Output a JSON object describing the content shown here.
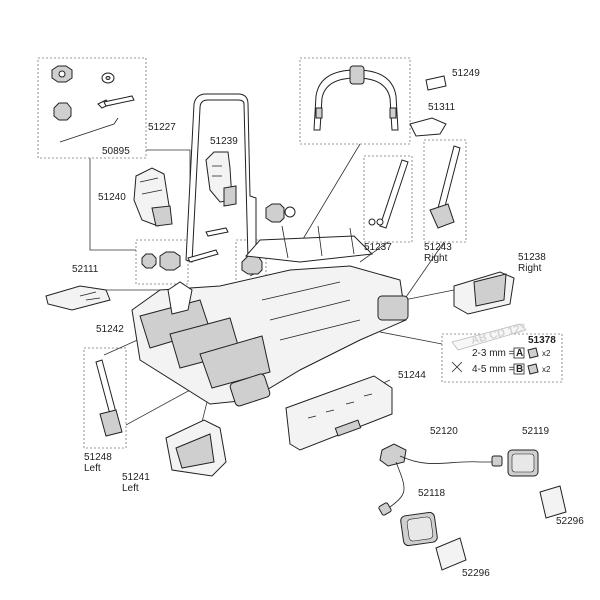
{
  "labels": {
    "p50895": "50895",
    "p51227": "51227",
    "p51239": "51239",
    "p51240": "51240",
    "p51249": "51249",
    "p51311": "51311",
    "p51237": "51237",
    "p51243": "51243",
    "p51243_side": "Right",
    "p52111": "52111",
    "p51238": "51238",
    "p51238_side": "Right",
    "p51242": "51242",
    "p51378": "51378",
    "p51244": "51244",
    "p51248": "51248",
    "p51248_side": "Left",
    "p51241": "51241",
    "p51241_side": "Left",
    "p52120": "52120",
    "p52119": "52119",
    "p52118": "52118",
    "p52296a": "52296",
    "p52296b": "52296"
  },
  "spacer_info": {
    "plate_text": "AB CD 123",
    "row1_range": "2-3 mm =",
    "row1_letter": "A",
    "row1_qty": "x2",
    "row2_range": "4-5 mm =",
    "row2_letter": "B",
    "row2_qty": "x2"
  }
}
